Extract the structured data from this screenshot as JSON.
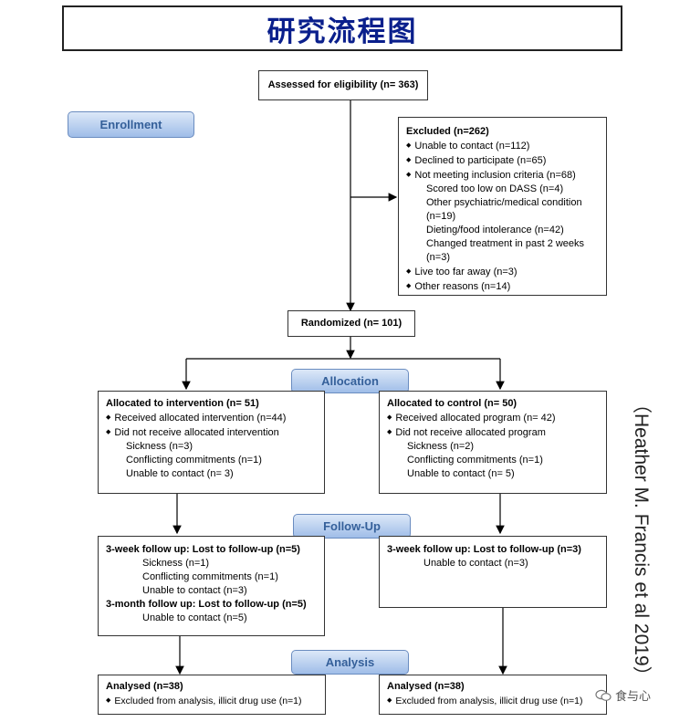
{
  "title": "研究流程图",
  "phases": {
    "enrollment": "Enrollment",
    "allocation": "Allocation",
    "followup": "Follow-Up",
    "analysis": "Analysis"
  },
  "assessed": "Assessed for eligibility (n= 363)",
  "excluded": {
    "header": "Excluded  (n=262)",
    "items": [
      "Unable to contact (n=112)",
      "Declined to participate (n=65)",
      "Not meeting inclusion criteria (n=68)"
    ],
    "sub": [
      "Scored too low on DASS (n=4)",
      "Other psychiatric/medical condition",
      "(n=19)",
      "Dieting/food intolerance (n=42)",
      "Changed treatment in past 2 weeks",
      "(n=3)"
    ],
    "items2": [
      "Live too far away (n=3)",
      "Other reasons (n=14)"
    ]
  },
  "randomized": "Randomized (n= 101)",
  "alloc_left": {
    "header": "Allocated to intervention (n= 51)",
    "item1": "Received allocated intervention (n=44)",
    "item2": "Did not receive allocated intervention",
    "sub": [
      "Sickness (n=3)",
      "Conflicting commitments (n=1)",
      "Unable to contact (n= 3)"
    ]
  },
  "alloc_right": {
    "header": "Allocated to control (n= 50)",
    "item1": "Received allocated program (n= 42)",
    "item2": "Did not receive allocated program",
    "sub": [
      "Sickness (n=2)",
      "Conflicting commitments (n=1)",
      "Unable to contact (n= 5)"
    ]
  },
  "follow_left": {
    "header1": "3-week follow up: Lost to follow-up (n=5)",
    "sub1": [
      "Sickness (n=1)",
      "Conflicting commitments (n=1)",
      "Unable to contact (n=3)"
    ],
    "header2": "3-month follow up: Lost to follow-up (n=5)",
    "sub2": [
      "Unable to contact (n=5)"
    ]
  },
  "follow_right": {
    "header1": "3-week follow up: Lost to follow-up (n=3)",
    "sub1": [
      "Unable to contact (n=3)"
    ]
  },
  "analysis_left": {
    "header": "Analysed (n=38)",
    "item": "Excluded from analysis, illicit drug use (n=1)"
  },
  "analysis_right": {
    "header": "Analysed (n=38)",
    "item": "Excluded from analysis, illicit drug use (n=1)"
  },
  "side_citation": "（Heather M. Francis et al 2019）",
  "watermark": "食与心",
  "colors": {
    "title": "#0a1f8c",
    "phase_fill_top": "#dce8f8",
    "phase_fill_bottom": "#9fbde8",
    "phase_text": "#35609a"
  }
}
